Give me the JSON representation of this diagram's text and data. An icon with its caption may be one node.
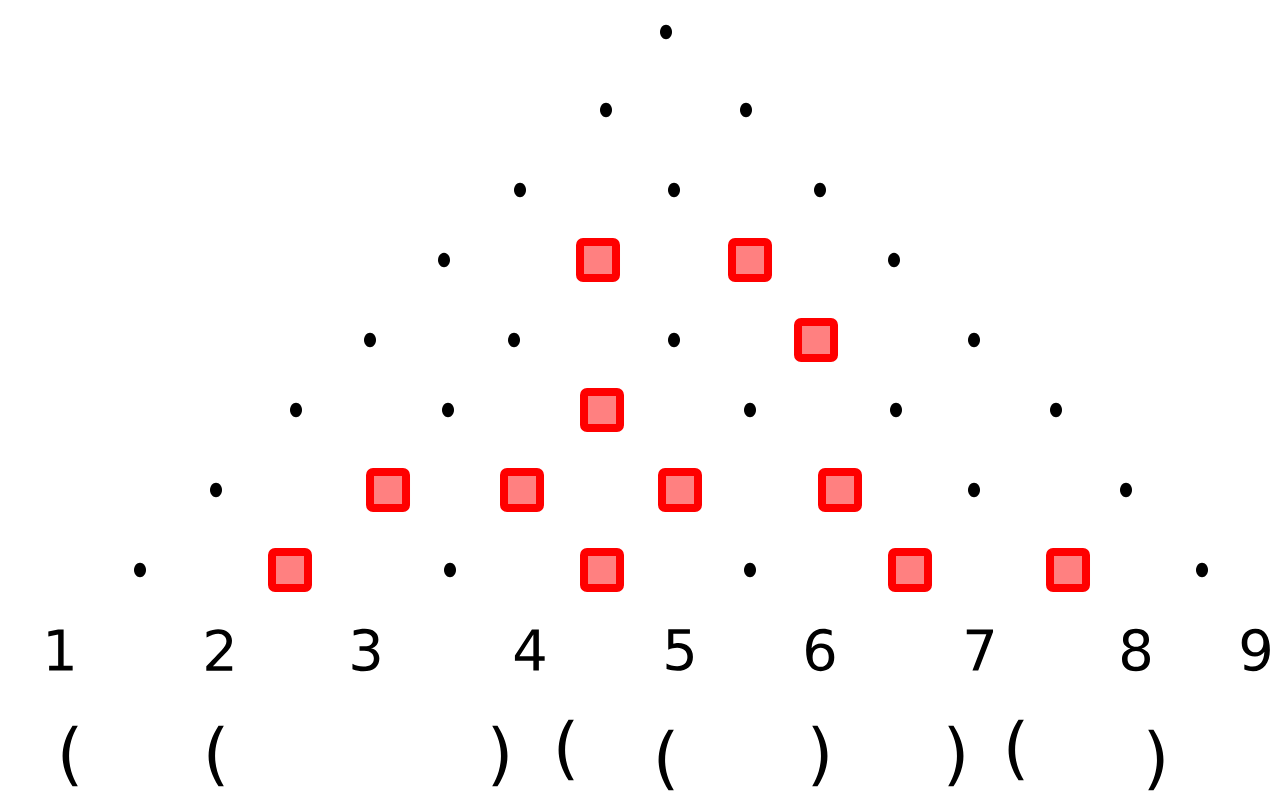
{
  "diagram": {
    "labels": [
      "1",
      "2",
      "3",
      "4",
      "5",
      "6",
      "7",
      "8",
      "9",
      "(",
      "(",
      ")",
      "(",
      "(",
      ")",
      ")",
      "(",
      ")"
    ]
  }
}
